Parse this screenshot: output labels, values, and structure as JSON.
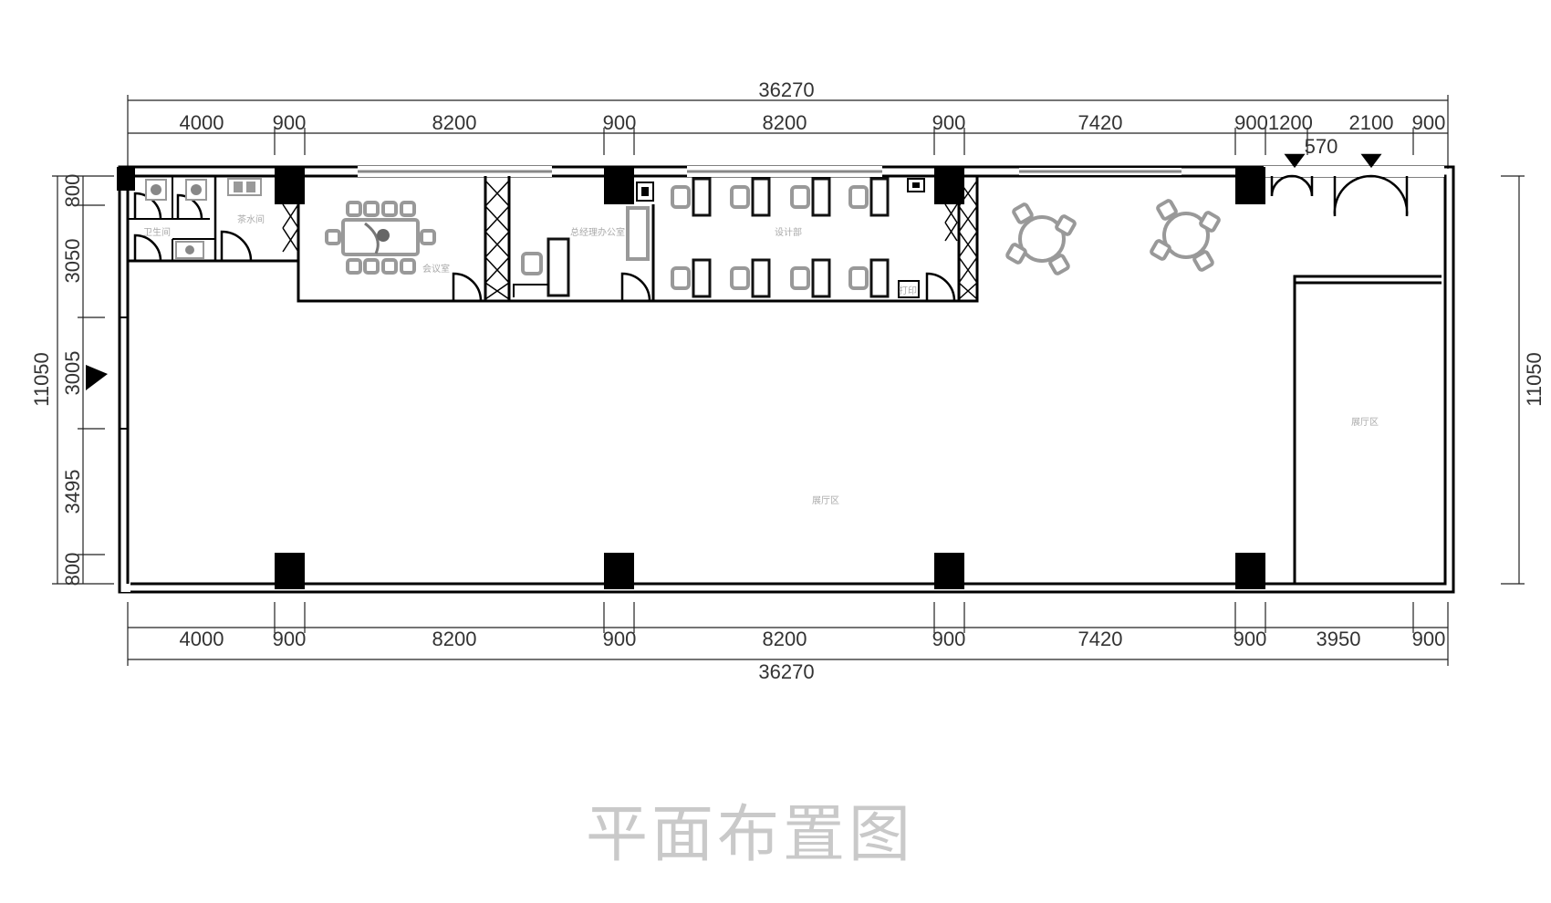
{
  "drawing": {
    "title": "平面布置图",
    "top_dims": {
      "overall": "36270",
      "segments": [
        "4000",
        "900",
        "8200",
        "900",
        "8200",
        "900",
        "7420",
        "9001200",
        "2100",
        "900"
      ],
      "extra": "570"
    },
    "bottom_dims": {
      "overall": "36270",
      "segments": [
        "4000",
        "900",
        "8200",
        "900",
        "8200",
        "900",
        "7420",
        "900",
        "3950",
        "900"
      ]
    },
    "left_dims": {
      "overall": "11050",
      "segments": [
        "800",
        "3050",
        "3005",
        "3495",
        "800"
      ]
    },
    "right_dims": {
      "overall": "11050"
    },
    "rooms": {
      "restroom": "卫生间",
      "tea_room": "茶水间",
      "meeting": "会议室",
      "manager": "总经理办公室",
      "design": "设计部",
      "print": "打印",
      "exhibition_main": "展厅区",
      "exhibition_side": "展厅区"
    }
  }
}
